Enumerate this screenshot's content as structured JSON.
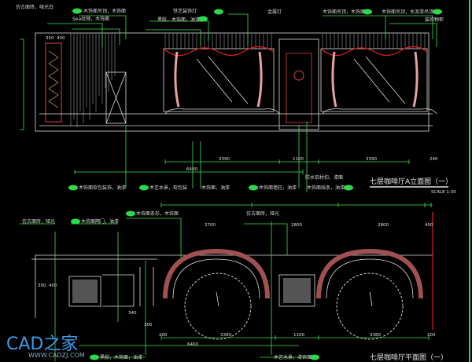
{
  "elevation": {
    "title": "七层咖啡厅A立面图（一）",
    "scale": "SCALE 1:30",
    "top_labels": [
      "仿古面砖，哑光白",
      "木饰面吊顶，木饰面",
      "Sea纹理，木饰面",
      "铁艺装饰灯",
      "黑胶，木饰面，油漆",
      "金属灯",
      "木饰面吊顶，木饰面",
      "木饰面吊顶，水泥漆吊顶",
      "装饰物柜"
    ],
    "bottom_labels": [
      "木饰面软包装饰，油漆",
      "木艺水景，软包装",
      "木饰面，油漆",
      "木饰面墙柱，油漆",
      "防水铝材扣，漆面",
      "木饰面线条，油漆"
    ],
    "dims": [
      "3390",
      "1100",
      "3390",
      "240",
      "6400",
      "350",
      "400"
    ]
  },
  "plan": {
    "title": "七层咖啡厅平面图（一）",
    "top_labels": [
      "仿古面砖，哑光",
      "木饰面隔门，油漆",
      "木饰面条形，木饰面",
      "仿古面砖，哑光"
    ],
    "bottom_labels": [
      "黑胶，木饰面，油漆",
      "木艺水景，漆饰面"
    ],
    "dims": [
      "2700",
      "2800",
      "2800",
      "400",
      "200",
      "3380",
      "1100",
      "3380",
      "200",
      "6400",
      "340",
      "300",
      "300, 400"
    ]
  },
  "watermark": {
    "brand": "CAD之家",
    "url": "WWW.CADZJ.COM"
  }
}
